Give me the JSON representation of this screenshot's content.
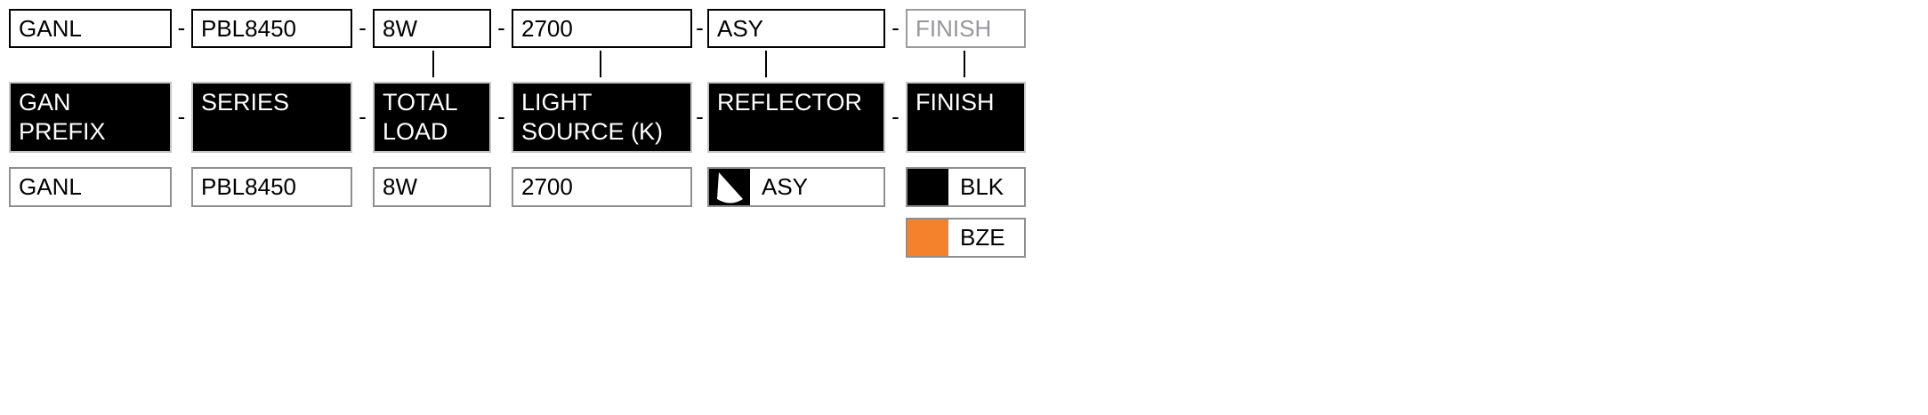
{
  "separator": "-",
  "code_row": {
    "prefix": "GANL",
    "series": "PBL8450",
    "total_load": "8W",
    "light_source": "2700",
    "reflector": "ASY",
    "finish_placeholder": "FINISH"
  },
  "columns": [
    {
      "header": "GAN\nPREFIX",
      "options": [
        {
          "label": "GANL"
        }
      ]
    },
    {
      "header": "SERIES",
      "options": [
        {
          "label": "PBL8450"
        }
      ]
    },
    {
      "header": "TOTAL\nLOAD",
      "options": [
        {
          "label": "8W"
        }
      ]
    },
    {
      "header": "LIGHT\nSOURCE (K)",
      "options": [
        {
          "label": "2700"
        }
      ]
    },
    {
      "header": "REFLECTOR",
      "options": [
        {
          "label": "ASY",
          "icon": "asymmetric-reflector"
        }
      ]
    },
    {
      "header": "FINISH",
      "options": [
        {
          "label": "BLK",
          "swatch_color": "#000000"
        },
        {
          "label": "BZE",
          "swatch_color": "#F4822C"
        }
      ]
    }
  ],
  "colors": {
    "header_bg": "#000000",
    "blk_swatch": "#000000",
    "bze_swatch": "#F4822C",
    "placeholder_text": "#97979B"
  }
}
